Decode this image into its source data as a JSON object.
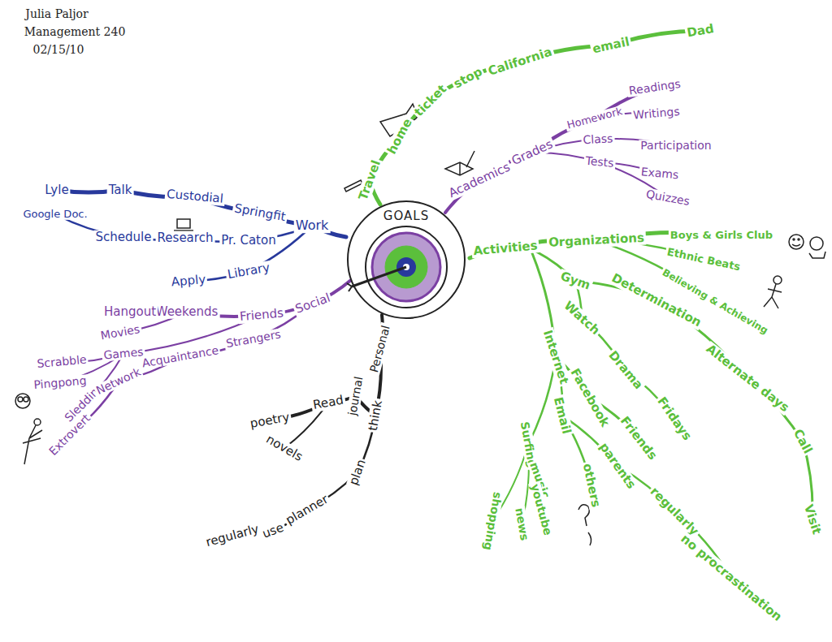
{
  "diagram": {
    "nodes": [
      {
        "text": [
          "GOALS"
        ]
      }
    ],
    "labels": [
      "Julia Paljor",
      "Management 240",
      "02/15/10",
      "Travel",
      "home",
      "ticket",
      "stop",
      "California",
      "email",
      "Dad",
      "Academics",
      "Grades",
      "Homework",
      "Readings",
      "Writings",
      "Class",
      "Participation",
      "Tests",
      "Exams",
      "Quizzes",
      "Activities",
      "Organizations",
      "Boys & Girls Club",
      "Ethnic Beats",
      "Believing & Achieving",
      "Gym",
      "Determination",
      "Alternate days",
      "Call",
      "Visit",
      "Watch",
      "Drama",
      "Fridays",
      "Internet",
      "Facebook",
      "Friends",
      "Email",
      "parents",
      "regularly",
      "no procrastination",
      "others",
      "Surfing",
      "music",
      "youtube",
      "news",
      "shopping",
      "Work",
      "Springfit",
      "Custodial",
      "Talk",
      "Lyle",
      "Google Doc.",
      "Schedule",
      "Research",
      "Pr. Caton",
      "Library",
      "Apply",
      "Social",
      "Friends",
      "Weekends",
      "Hangout",
      "Movies",
      "Games",
      "Scrabble",
      "Pingpong",
      "Sledding",
      "Strangers",
      "Acquaintance",
      "Network",
      "Extrovert",
      "Personal",
      "Read",
      "poetry",
      "novels",
      "journal",
      "think",
      "plan",
      "planner",
      "use",
      "regularly"
    ]
  }
}
